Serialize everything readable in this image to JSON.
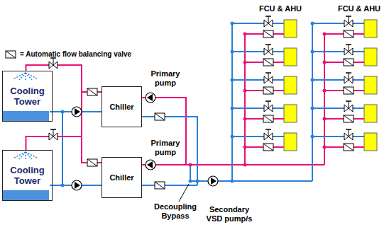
{
  "diagram": {
    "nodes": [
      {
        "text": [
          "Cooling Tower"
        ]
      },
      {
        "text": [
          "Chiller"
        ]
      },
      {
        "text": [
          "Cooling Tower"
        ]
      },
      {
        "text": [
          "Chiller"
        ]
      }
    ],
    "edges": [
      {
        "from": 1,
        "to": 0,
        "arrow": "none"
      },
      {
        "from": 3,
        "to": 2,
        "arrow": "none"
      }
    ],
    "labels": [
      "FCU & AHU",
      "FCU & AHU",
      "Primary pump",
      "Primary pump",
      "Decoupling Bypass",
      "Secondary VSD pump/s"
    ],
    "legend": [
      {
        "text": "= Automatic flow balancing valve"
      }
    ]
  }
}
